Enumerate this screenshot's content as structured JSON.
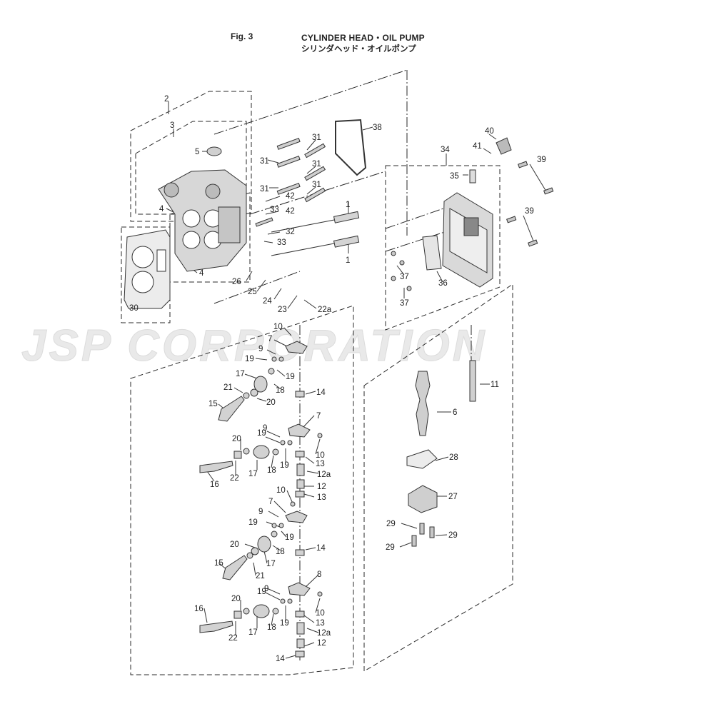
{
  "header": {
    "fig_label": "Fig. 3",
    "title_en": "CYLINDER HEAD・OIL PUMP",
    "title_jp": "シリンダヘッド・オイルポンプ"
  },
  "watermark": {
    "text": "JSP CORPORATION"
  },
  "callouts": [
    "2",
    "3",
    "5",
    "4",
    "31",
    "31",
    "31",
    "31",
    "38",
    "40",
    "41",
    "34",
    "39",
    "35",
    "31",
    "42",
    "33",
    "42",
    "1",
    "32",
    "39",
    "33",
    "1",
    "37",
    "4",
    "26",
    "25",
    "36",
    "37",
    "30",
    "24",
    "23",
    "22a",
    "10",
    "7",
    "9",
    "19",
    "19",
    "17",
    "18",
    "21",
    "20",
    "15",
    "14",
    "11",
    "6",
    "9",
    "7",
    "19",
    "20",
    "10",
    "19",
    "13",
    "17",
    "18",
    "16",
    "22",
    "12a",
    "12",
    "13",
    "10",
    "28",
    "7",
    "19",
    "9",
    "19",
    "14",
    "20",
    "18",
    "17",
    "15",
    "21",
    "27",
    "29",
    "29",
    "29",
    "9",
    "8",
    "19",
    "20",
    "19",
    "10",
    "16",
    "13",
    "17",
    "18",
    "22",
    "12a",
    "12",
    "14"
  ],
  "colors": {
    "line": "#2a2a2a",
    "part_fill": "#d9d9d9",
    "part_dark": "#8c8c8c",
    "watermark": "#e6e6e6"
  }
}
